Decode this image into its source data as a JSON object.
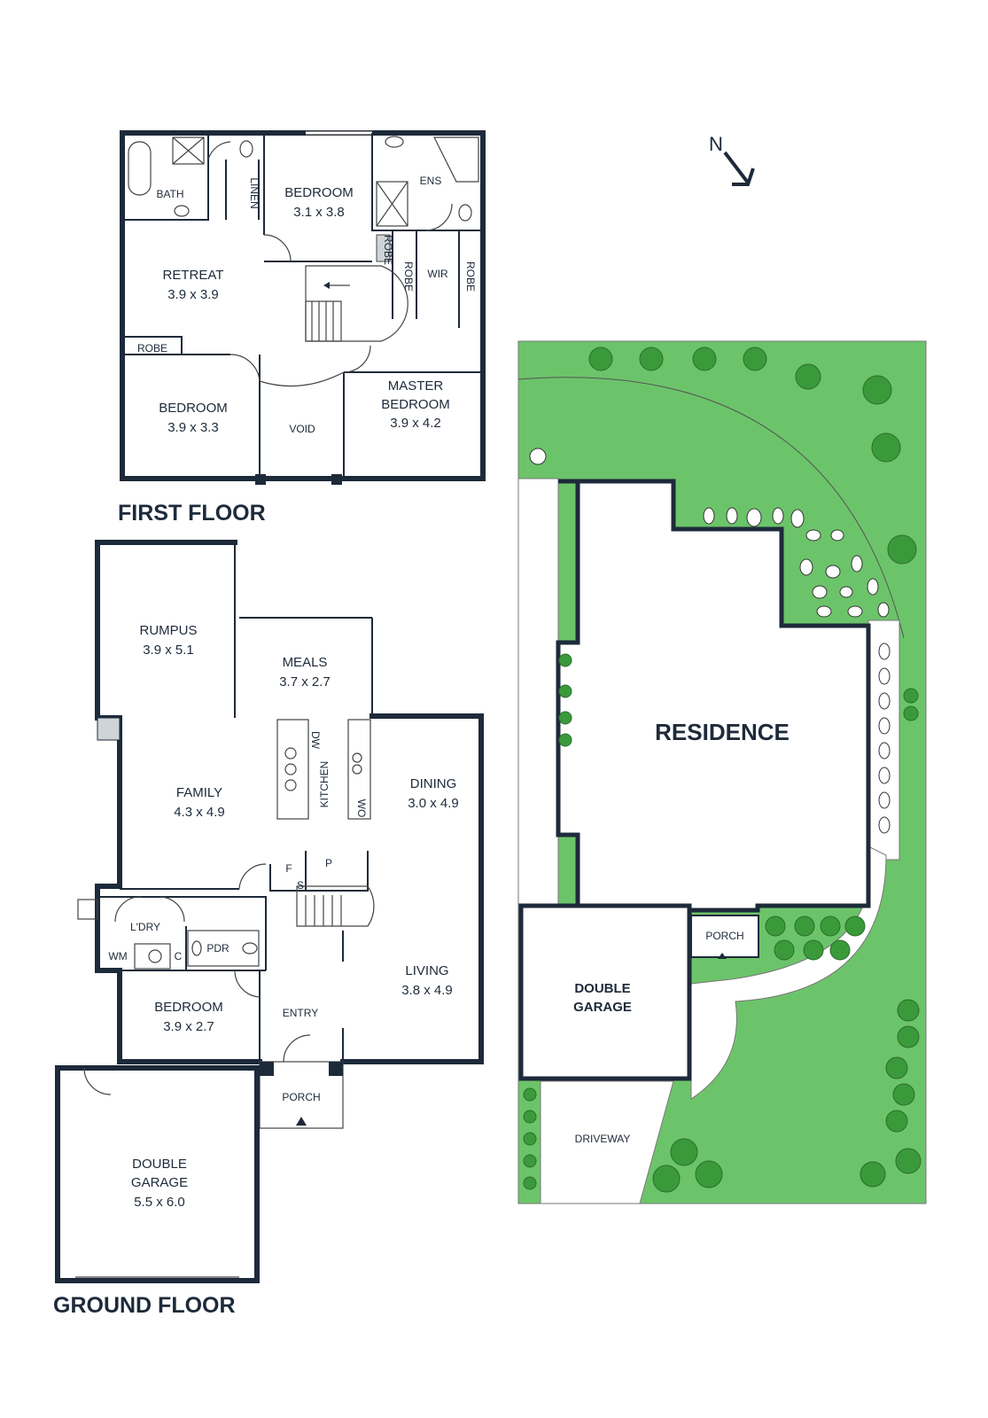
{
  "first_floor": {
    "title": "FIRST FLOOR",
    "rooms": {
      "bath": "BATH",
      "linen": "LINEN",
      "bedroom1_name": "BEDROOM",
      "bedroom1_size": "3.1 x 3.8",
      "ens": "ENS",
      "robe_a": "ROBE",
      "robe_b": "ROBE",
      "robe_c": "ROBE",
      "robe_d": "ROBE",
      "wir": "WIR",
      "retreat_name": "RETREAT",
      "retreat_size": "3.9 x 3.9",
      "bedroom2_name": "BEDROOM",
      "bedroom2_size": "3.9 x 3.3",
      "void": "VOID",
      "master_line1": "MASTER",
      "master_line2": "BEDROOM",
      "master_size": "3.9 x 4.2"
    }
  },
  "ground_floor": {
    "title": "GROUND FLOOR",
    "rooms": {
      "rumpus_name": "RUMPUS",
      "rumpus_size": "3.9 x 5.1",
      "meals_name": "MEALS",
      "meals_size": "3.7 x 2.7",
      "dw": "DW",
      "kitchen": "KITCHEN",
      "wo": "WO",
      "family_name": "FAMILY",
      "family_size": "4.3 x 4.9",
      "dining_name": "DINING",
      "dining_size": "3.0 x 4.9",
      "f": "F",
      "p": "P",
      "s": "S",
      "ldry": "L'DRY",
      "wm": "WM",
      "c": "C",
      "pdr": "PDR",
      "living_name": "LIVING",
      "living_size": "3.8 x 4.9",
      "bedroom_name": "BEDROOM",
      "bedroom_size": "3.9 x 2.7",
      "entry": "ENTRY",
      "porch": "PORCH",
      "garage_line1": "DOUBLE",
      "garage_line2": "GARAGE",
      "garage_size": "5.5 x 6.0"
    }
  },
  "site_plan": {
    "residence": "RESIDENCE",
    "porch": "PORCH",
    "garage_line1": "DOUBLE",
    "garage_line2": "GARAGE",
    "driveway": "DRIVEWAY",
    "lawn_color": "#6cc46a"
  },
  "compass": {
    "label": "N"
  }
}
